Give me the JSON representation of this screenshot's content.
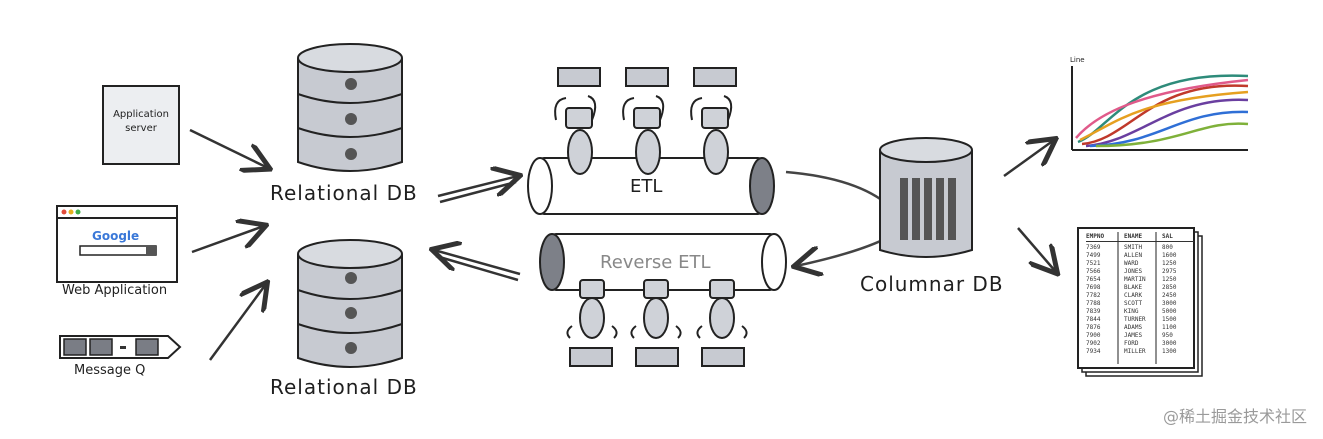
{
  "labels": {
    "app_server": "Application server",
    "web_app": "Web Application",
    "message_q": "Message Q",
    "relational_db_top": "Relational DB",
    "relational_db_bottom": "Relational DB",
    "etl": "ETL",
    "reverse_etl": "Reverse ETL",
    "columnar_db": "Columnar DB",
    "chart_title": "Line",
    "google": "Google"
  },
  "table": {
    "headers": [
      "EMPNO",
      "ENAME",
      "SAL"
    ],
    "rows": [
      [
        "7369",
        "SMITH",
        "800"
      ],
      [
        "7499",
        "ALLEN",
        "1600"
      ],
      [
        "7521",
        "WARD",
        "1250"
      ],
      [
        "7566",
        "JONES",
        "2975"
      ],
      [
        "7654",
        "MARTIN",
        "1250"
      ],
      [
        "7698",
        "BLAKE",
        "2850"
      ],
      [
        "7782",
        "CLARK",
        "2450"
      ],
      [
        "7788",
        "SCOTT",
        "3000"
      ],
      [
        "7839",
        "KING",
        "5000"
      ],
      [
        "7844",
        "TURNER",
        "1500"
      ],
      [
        "7876",
        "ADAMS",
        "1100"
      ],
      [
        "7900",
        "JAMES",
        "950"
      ],
      [
        "7902",
        "FORD",
        "3000"
      ],
      [
        "7934",
        "MILLER",
        "1300"
      ]
    ]
  },
  "watermark": "@稀土掘金技术社区",
  "colors": {
    "ink": "#1f1f1f",
    "db_fill": "#c7cad1",
    "pipe_fill": "#ffffff",
    "worker_fill": "#cfd2d8",
    "line_colors": [
      "#2e8b7a",
      "#c0392b",
      "#6a3fa0",
      "#e6a020",
      "#2f6fd6",
      "#e05a8a",
      "#7fb13a"
    ]
  }
}
